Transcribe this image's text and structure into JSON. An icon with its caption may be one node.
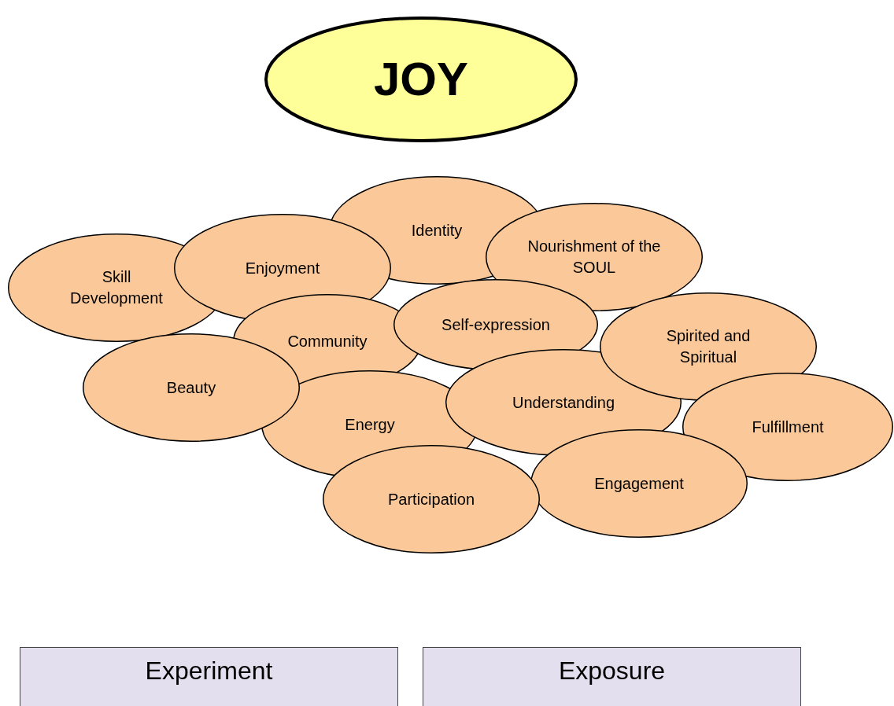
{
  "diagram": {
    "nodes": [
      {
        "text": [
          "JOY"
        ]
      },
      {
        "text": [
          "Identity"
        ]
      },
      {
        "text": [
          "Skill Development"
        ]
      },
      {
        "text": [
          "Enjoyment"
        ]
      },
      {
        "text": [
          "Nourishment of the SOUL"
        ]
      },
      {
        "text": [
          "Self-expression"
        ]
      },
      {
        "text": [
          "Community"
        ]
      },
      {
        "text": [
          "Spirited and Spiritual"
        ]
      },
      {
        "text": [
          "Beauty"
        ]
      },
      {
        "text": [
          "Understanding"
        ]
      },
      {
        "text": [
          "Energy"
        ]
      },
      {
        "text": [
          "Fulfillment"
        ]
      },
      {
        "text": [
          "Engagement"
        ]
      },
      {
        "text": [
          "Participation"
        ]
      },
      {
        "text": [
          "Experiment"
        ]
      },
      {
        "text": [
          "Exposure"
        ]
      }
    ]
  }
}
